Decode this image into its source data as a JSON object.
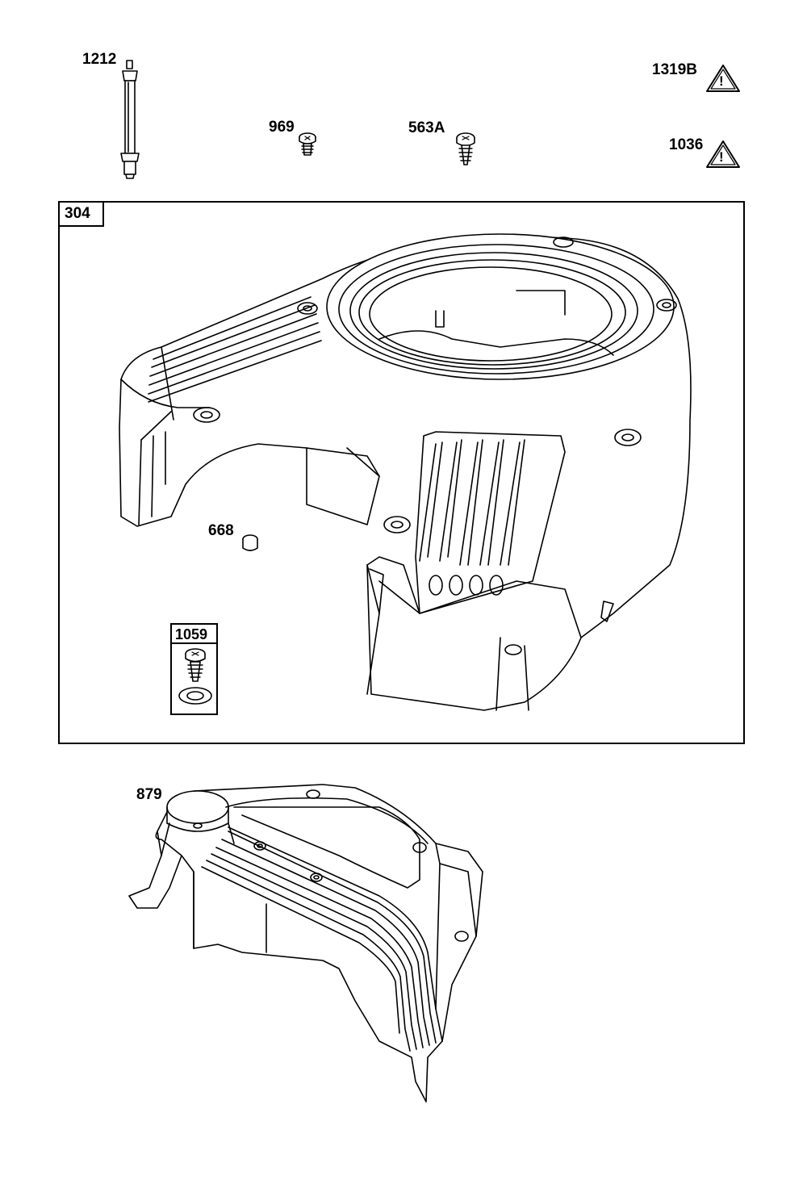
{
  "parts": {
    "p1212": "1212",
    "p969": "969",
    "p563a": "563A",
    "p1319b": "1319B",
    "p1036": "1036",
    "p304": "304",
    "p668": "668",
    "p1059": "1059",
    "p879": "879"
  },
  "warning_symbol": "!"
}
